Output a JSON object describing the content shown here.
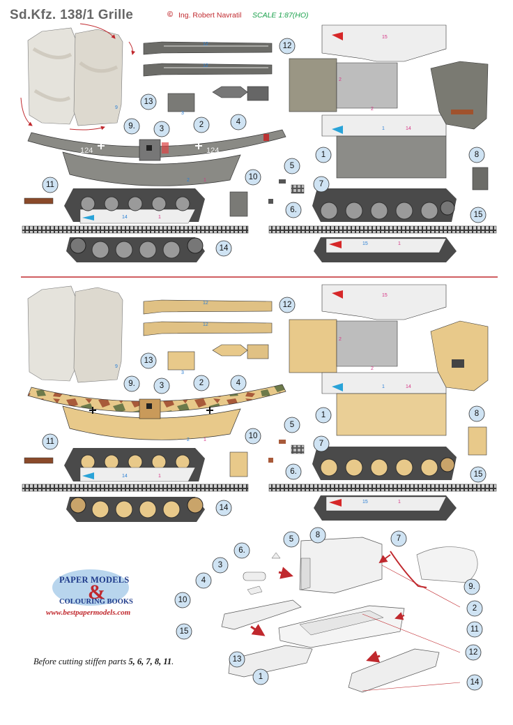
{
  "header": {
    "title": "Sd.Kfz. 138/1 Grille",
    "copyright_symbol": "©",
    "author": "Ing. Robert Navratil",
    "scale": "SCALE 1:87(HO)"
  },
  "colors": {
    "grey_scheme": "#8a8a85",
    "camo_base": "#e8c98a",
    "camo_brown": "#a85a3a",
    "camo_green": "#6d7a4a",
    "divider": "#c0282d",
    "label_circle": "#cfe3f3"
  },
  "part_labels": {
    "top": [
      "13",
      "3",
      "2",
      "4",
      "9.",
      "12",
      "1",
      "8",
      "5",
      "7",
      "6.",
      "10",
      "11",
      "14",
      "15"
    ],
    "bottom": [
      "13",
      "3",
      "2",
      "4",
      "9.",
      "12",
      "1",
      "8",
      "5",
      "7",
      "6.",
      "10",
      "11",
      "14",
      "15"
    ],
    "assembly": [
      "5",
      "8",
      "7",
      "6.",
      "3",
      "4",
      "10",
      "9.",
      "2",
      "11",
      "15",
      "12",
      "13",
      "1",
      "14"
    ]
  },
  "markings": {
    "tactical_number": "124",
    "part_numbers_top": [
      "15",
      "2",
      "2",
      "1",
      "14",
      "14",
      "1",
      "2",
      "1",
      "12",
      "12",
      "3",
      "9",
      "15",
      "1"
    ],
    "part_numbers_bottom": [
      "15",
      "2",
      "2",
      "1",
      "14",
      "14",
      "1",
      "2",
      "1",
      "12",
      "12",
      "3",
      "9",
      "15",
      "1"
    ]
  },
  "logo": {
    "line1": "PAPER MODELS",
    "ampersand": "&",
    "line2": "COLOURING BOOKS",
    "url": "www.bestpapermodels.com"
  },
  "note": {
    "prefix": "Before cutting stiffen parts ",
    "parts": "5, 6, 7, 8, 11",
    "suffix": "."
  }
}
